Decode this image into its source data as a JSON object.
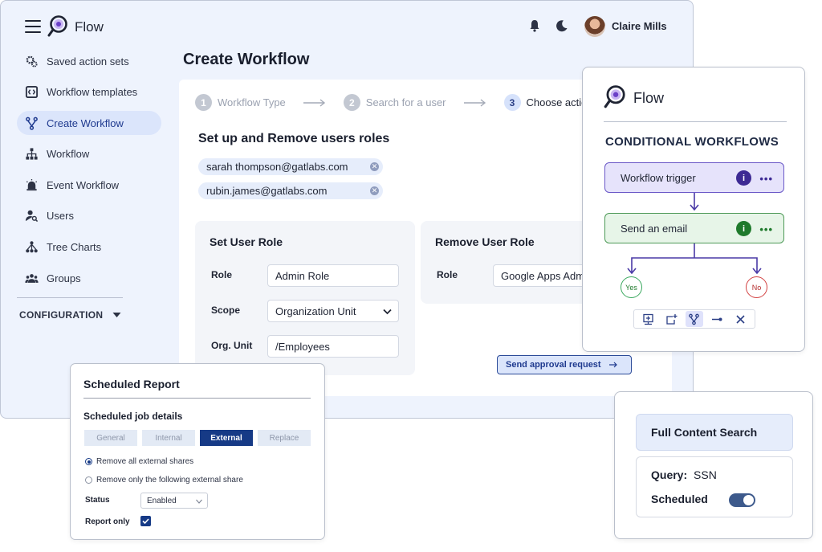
{
  "app": {
    "logo_text": "Flow",
    "user_name": "Claire Mills",
    "page_title": "Create Workflow"
  },
  "sidebar": {
    "items": [
      {
        "label": "Saved action sets",
        "icon": "gear-cluster-icon"
      },
      {
        "label": "Workflow templates",
        "icon": "template-icon"
      },
      {
        "label": "Create Workflow",
        "icon": "branch-icon",
        "active": true
      },
      {
        "label": "Workflow",
        "icon": "hierarchy-icon"
      },
      {
        "label": "Event Workflow",
        "icon": "alarm-icon"
      },
      {
        "label": "Users",
        "icon": "user-search-icon"
      },
      {
        "label": "Tree Charts",
        "icon": "tree-chart-icon"
      },
      {
        "label": "Groups",
        "icon": "groups-icon"
      }
    ],
    "config_label": "CONFIGURATION"
  },
  "steps": [
    {
      "num": "1",
      "label": "Workflow Type"
    },
    {
      "num": "2",
      "label": "Search for a user"
    },
    {
      "num": "3",
      "label": "Choose action"
    }
  ],
  "form": {
    "section_title": "Set up and Remove users roles",
    "chips": [
      "sarah thompson@gatlabs.com",
      "rubin.james@gatlabs.com"
    ],
    "set_role": {
      "title": "Set User Role",
      "role_label": "Role",
      "role_value": "Admin Role",
      "scope_label": "Scope",
      "scope_value": "Organization Unit",
      "org_label": "Org. Unit",
      "org_value": "/Employees"
    },
    "remove_role": {
      "title": "Remove User Role",
      "role_label": "Role",
      "role_value": "Google Apps Admin"
    },
    "approval_button": "Send approval request"
  },
  "scheduled_report": {
    "title": "Scheduled Report",
    "subtitle": "Scheduled job details",
    "tabs": [
      "General",
      "Internal",
      "External",
      "Replace"
    ],
    "active_tab": "External",
    "options": [
      "Remove all external shares",
      "Remove only the following external share"
    ],
    "selected_option": 0,
    "status_label": "Status",
    "status_value": "Enabled",
    "report_only_label": "Report only",
    "report_only_checked": true
  },
  "conditional": {
    "logo_text": "Flow",
    "heading": "CONDITIONAL WORKFLOWS",
    "trigger_label": "Workflow trigger",
    "email_label": "Send an email",
    "info_glyph": "i",
    "dots": "•••",
    "yes_label": "Yes",
    "no_label": "No",
    "colors": {
      "trigger": "#6a58c7",
      "email": "#4e9a58",
      "yes": "#3aa85e",
      "no": "#d24141"
    }
  },
  "search": {
    "title": "Full Content Search",
    "query_label": "Query:",
    "query_value": "SSN",
    "scheduled_label": "Scheduled",
    "scheduled_on": true
  },
  "colors": {
    "accent": "#163a86",
    "app_bg": "#eef3fd",
    "active_nav": "#dbe5fb"
  }
}
